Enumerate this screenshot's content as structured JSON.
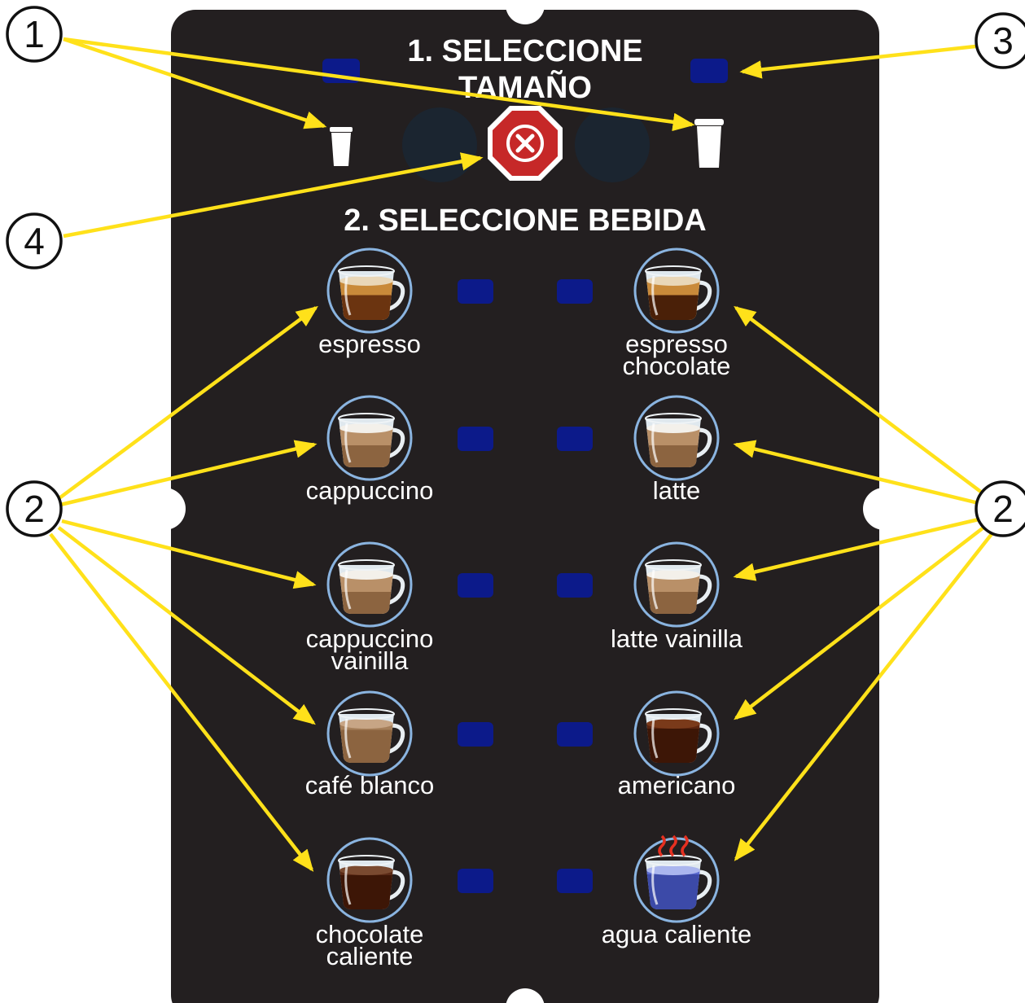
{
  "panel": {
    "step1_title_line1": "1. SELECCIONE",
    "step1_title_line2": "TAMAÑO",
    "step2_title": "2. SELECCIONE BEBIDA"
  },
  "size_options": [
    {
      "name": "small-cup"
    },
    {
      "name": "large-cup"
    }
  ],
  "drinks": [
    {
      "line1": "espresso",
      "line2": "",
      "cup": "espresso"
    },
    {
      "line1": "espresso",
      "line2": "chocolate",
      "cup": "espresso-choc"
    },
    {
      "line1": "cappuccino",
      "line2": "",
      "cup": "milky"
    },
    {
      "line1": "latte",
      "line2": "",
      "cup": "milky"
    },
    {
      "line1": "cappuccino",
      "line2": "vainilla",
      "cup": "milky"
    },
    {
      "line1": "latte vainilla",
      "line2": "",
      "cup": "milky"
    },
    {
      "line1": "café blanco",
      "line2": "",
      "cup": "white"
    },
    {
      "line1": "americano",
      "line2": "",
      "cup": "dark"
    },
    {
      "line1": "chocolate",
      "line2": "caliente",
      "cup": "choc"
    },
    {
      "line1": "agua caliente",
      "line2": "",
      "cup": "water"
    }
  ],
  "callouts": {
    "c1": "1",
    "c2_left": "2",
    "c2_right": "2",
    "c3": "3",
    "c4": "4"
  },
  "colors": {
    "panel": "#231f20",
    "button": "#0c1a8a",
    "arrow": "#ffe11a",
    "cancel": "#c62828",
    "ring": "#8ab4e0"
  },
  "icons": {
    "cancel": "cancel-x-octagon-icon",
    "small_cup": "small-cup-icon",
    "large_cup": "large-cup-icon"
  }
}
